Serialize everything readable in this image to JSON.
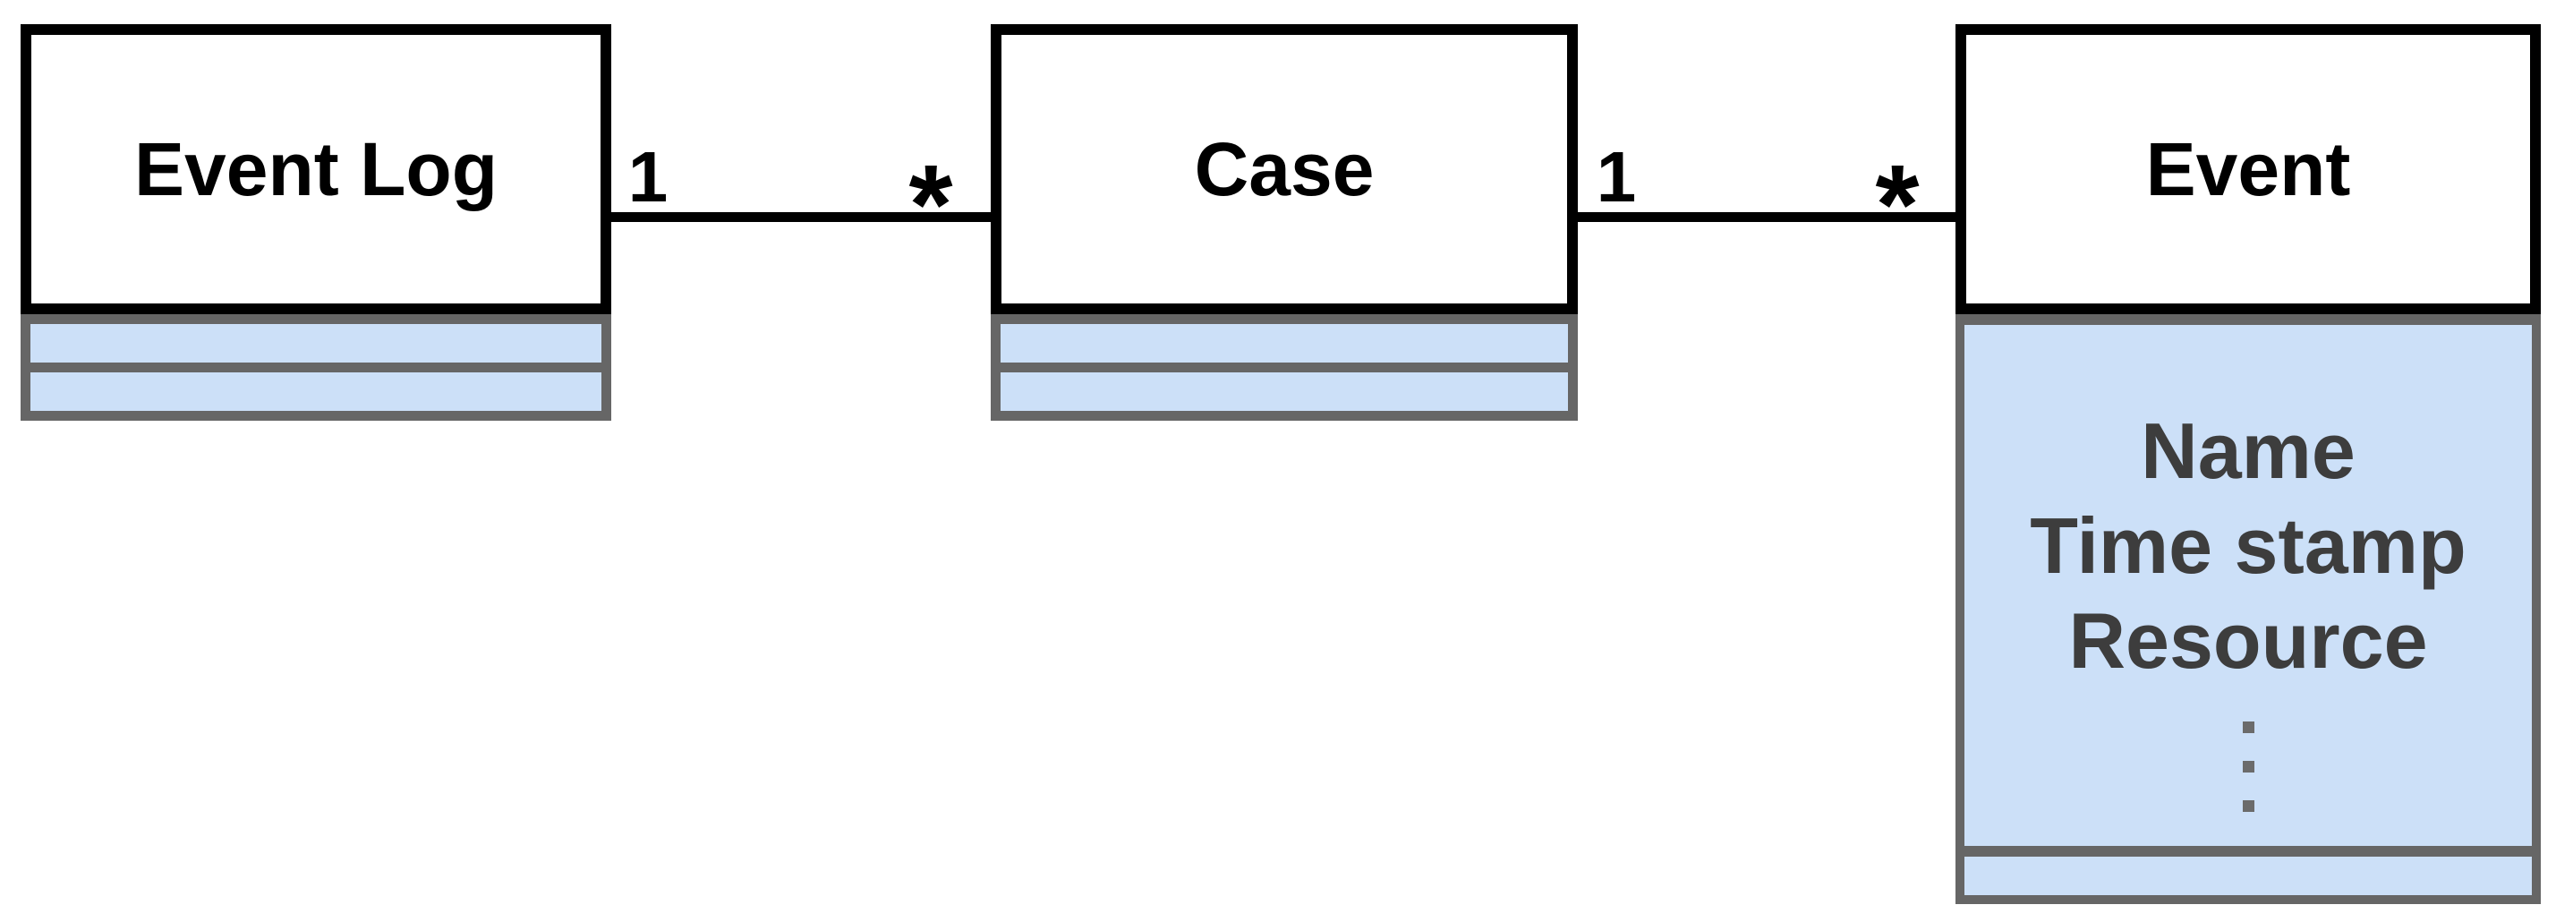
{
  "diagram": {
    "type": "uml-class-diagram",
    "entities": [
      {
        "title": "Event Log",
        "attributes": []
      },
      {
        "title": "Case",
        "attributes": []
      },
      {
        "title": "Event",
        "attributes": [
          "Name",
          "Time stamp",
          "Resource"
        ],
        "ellipsis_icon": "vertical-dots"
      }
    ],
    "associations": [
      {
        "source": "Event Log",
        "target": "Case",
        "source_multiplicity": "1",
        "target_multiplicity": "*"
      },
      {
        "source": "Case",
        "target": "Event",
        "source_multiplicity": "1",
        "target_multiplicity": "*"
      }
    ],
    "colors": {
      "entity_border": "#000000",
      "compartment_border": "#666666",
      "attribute_fill": "#cce0f8",
      "attribute_text": "#3d3d3d",
      "title_text": "#000000"
    }
  }
}
